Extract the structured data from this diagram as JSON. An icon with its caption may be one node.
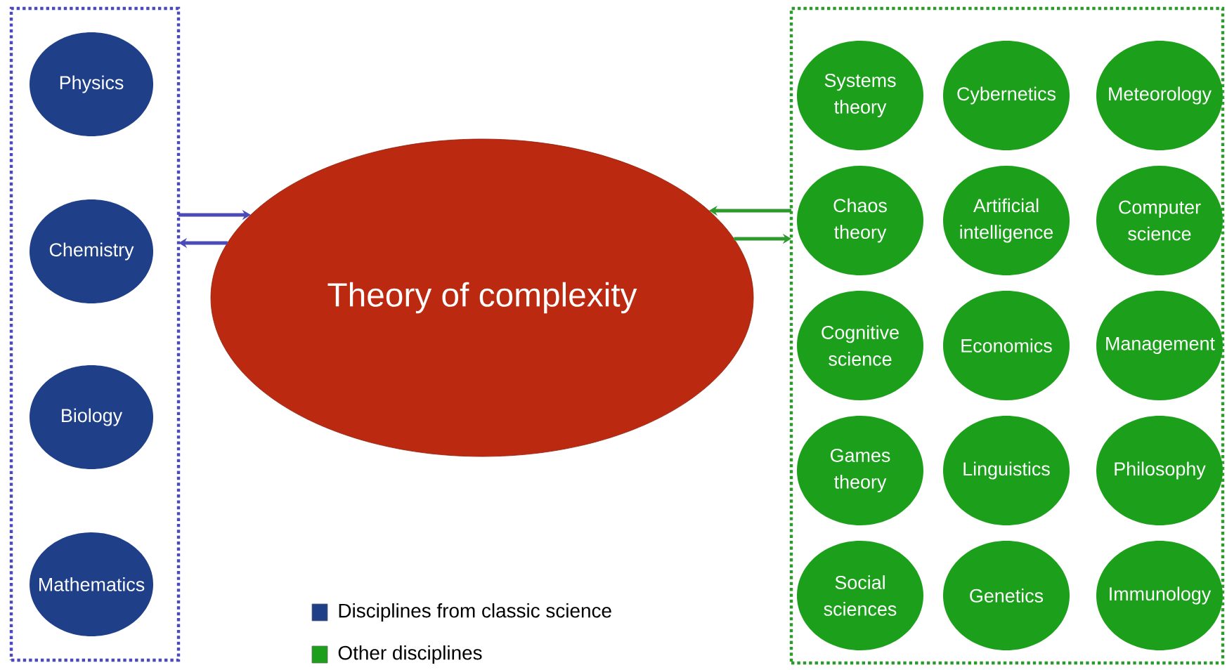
{
  "diagram": {
    "nodes": [
      {
        "text": [],
        "shape": "box"
      },
      {
        "text": [
          "Physics"
        ],
        "in": 0
      },
      {
        "text": [
          "Chemistry"
        ],
        "in": 0
      },
      {
        "text": [
          "Biology"
        ],
        "in": 0
      },
      {
        "text": [
          "Mathematics"
        ],
        "in": 0
      },
      {
        "text": [
          "Theory of complexity"
        ]
      },
      {
        "text": [],
        "shape": "box"
      },
      {
        "text": [
          "Systems theory"
        ],
        "in": 6
      },
      {
        "text": [
          "Cybernetics"
        ],
        "in": 6
      },
      {
        "text": [
          "Meteorology"
        ],
        "in": 6
      },
      {
        "text": [
          "Chaos theory"
        ],
        "in": 6
      },
      {
        "text": [
          "Artificial intelligence"
        ],
        "in": 6
      },
      {
        "text": [
          "Computer science"
        ],
        "in": 6
      },
      {
        "text": [
          "Cognitive science"
        ],
        "in": 6
      },
      {
        "text": [
          "Economics"
        ],
        "in": 6
      },
      {
        "text": [
          "Management"
        ],
        "in": 6
      },
      {
        "text": [
          "Games theory"
        ],
        "in": 6
      },
      {
        "text": [
          "Linguistics"
        ],
        "in": 6
      },
      {
        "text": [
          "Philosophy"
        ],
        "in": 6
      },
      {
        "text": [
          "Social sciences"
        ],
        "in": 6
      },
      {
        "text": [
          "Genetics"
        ],
        "in": 6
      },
      {
        "text": [
          "Immunology"
        ],
        "in": 6
      }
    ],
    "edges": [
      {
        "from": 0,
        "to": 5,
        "arrow": "to",
        "color": "#4a4ab8"
      },
      {
        "from": 5,
        "to": 0,
        "arrow": "to",
        "color": "#4a4ab8"
      },
      {
        "from": 6,
        "to": 5,
        "arrow": "to",
        "color": "#2e9a2e"
      },
      {
        "from": 5,
        "to": 6,
        "arrow": "to",
        "color": "#2e9a2e"
      }
    ],
    "legend": [
      {
        "text": "Disciplines from classic science",
        "color": "#1f3f88"
      },
      {
        "text": "Other disciplines",
        "color": "#1ca01c"
      }
    ]
  }
}
